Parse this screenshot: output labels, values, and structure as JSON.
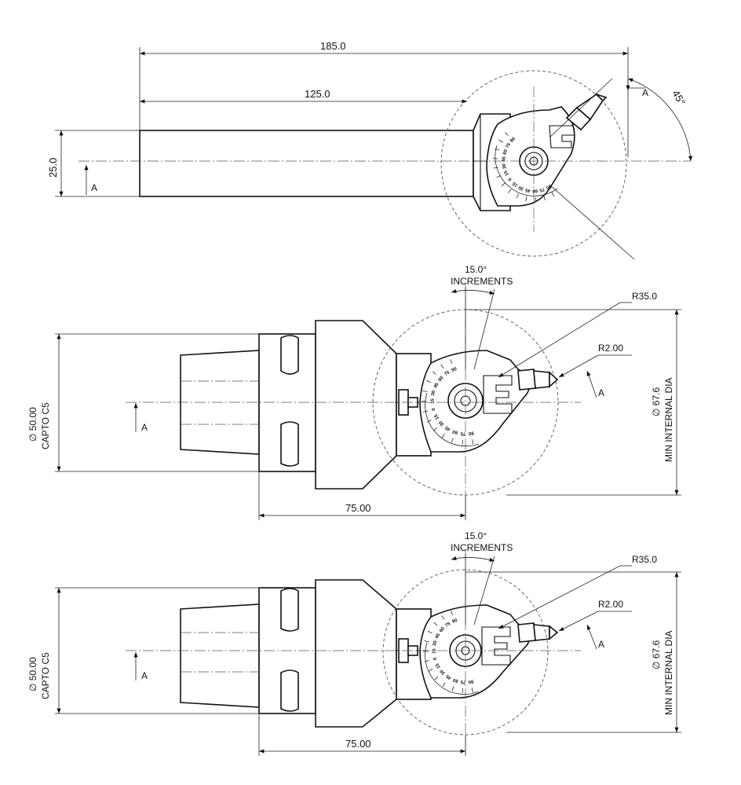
{
  "views": {
    "top": {
      "dim_overall": "185.0",
      "dim_shank": "125.0",
      "dim_height": "25.0",
      "section_mark": "A",
      "angle": "45°",
      "scale_labels": [
        "90",
        "75",
        "60",
        "45",
        "30",
        "15",
        "0",
        "15",
        "30",
        "45",
        "60",
        "75",
        "90"
      ]
    },
    "middle": {
      "dia_label_1": "∅ 50.00",
      "dia_label_2": "CAPTO C5",
      "length": "75.00",
      "increment_1": "15.0°",
      "increment_2": "INCREMENTS",
      "radius_big": "R35.0",
      "radius_small": "R2.00",
      "internal_1": "∅ 67.6",
      "internal_2": "MIN INTERNAL DIA",
      "section_mark": "A",
      "scale_labels": [
        "90",
        "75",
        "60",
        "45",
        "30",
        "15",
        "0",
        "15",
        "30",
        "45",
        "60",
        "75",
        "90"
      ]
    },
    "bottom": {
      "dia_label_1": "∅ 50.00",
      "dia_label_2": "CAPTO C5",
      "length": "75.00",
      "increment_1": "15.0°",
      "increment_2": "INCREMENTS",
      "radius_big": "R35.0",
      "radius_small": "R2.00",
      "internal_1": "∅ 67.6",
      "internal_2": "MIN INTERNAL DIA",
      "section_mark": "A",
      "scale_labels": [
        "90",
        "75",
        "60",
        "45",
        "30",
        "15",
        "0",
        "15",
        "30",
        "45",
        "60",
        "75",
        "90"
      ]
    }
  }
}
